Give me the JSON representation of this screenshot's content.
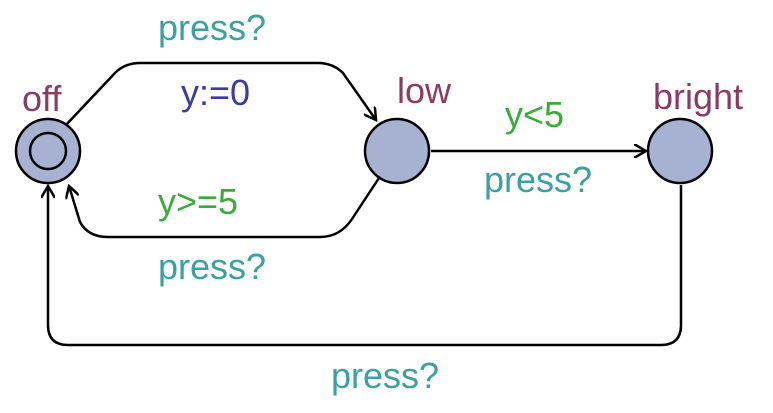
{
  "locations": {
    "off": "off",
    "low": "low",
    "bright": "bright"
  },
  "edges": {
    "off_low": {
      "sync": "press?",
      "assign": "y:=0"
    },
    "low_off": {
      "sync": "press?",
      "guard": "y>=5"
    },
    "low_bright": {
      "sync": "press?",
      "guard": "y<5"
    },
    "bright_off": {
      "sync": "press?"
    }
  },
  "colors": {
    "location_fill": "#a7b1d1",
    "location_name": "#8b3a62",
    "sync": "#3aa0a0",
    "guard": "#3aaa3a",
    "assign": "#3a3aa0"
  }
}
